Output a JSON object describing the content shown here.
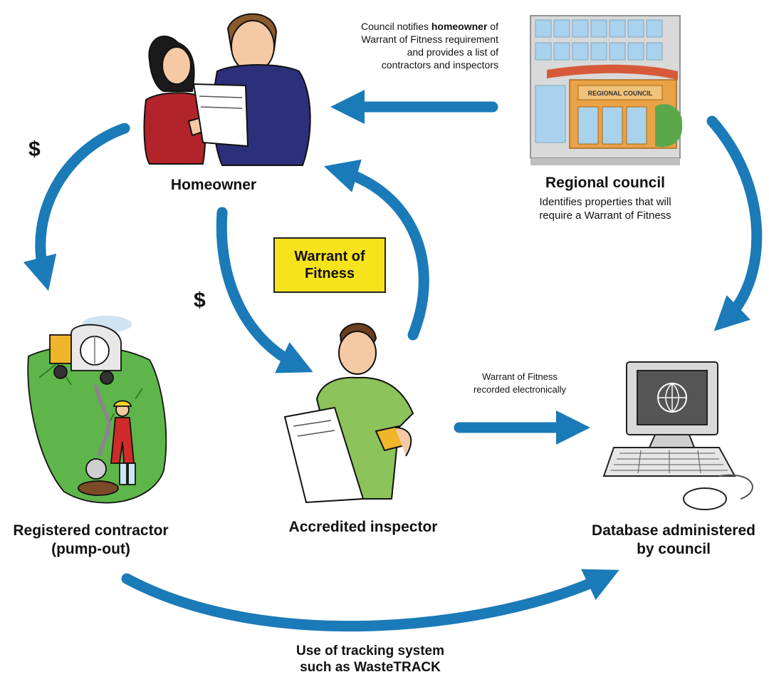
{
  "nodes": {
    "homeowner": {
      "label": "Homeowner"
    },
    "council": {
      "label": "Regional council",
      "sub_line1": "Identifies properties that will",
      "sub_line2": "require a Warrant of Fitness",
      "sign": "REGIONAL COUNCIL"
    },
    "contractor": {
      "line1": "Registered contractor",
      "line2": "(pump-out)"
    },
    "inspector": {
      "label": "Accredited inspector"
    },
    "database": {
      "line1": "Database administered",
      "line2": "by council"
    }
  },
  "notes": {
    "council_notify": {
      "l1_a": "Council notifies ",
      "l1_b": "homeowner",
      "l1_c": " of",
      "l2": "Warrant of Fitness requirement",
      "l3": "and provides a list of",
      "l4": "contractors and inspectors"
    },
    "recorded": {
      "l1": "Warrant of Fitness",
      "l2": "recorded electronically"
    },
    "tracking": {
      "l1": "Use of tracking system",
      "l2": "such as WasteTRACK"
    }
  },
  "badge": {
    "l1": "Warrant of",
    "l2": "Fitness"
  },
  "payments": {
    "left": "$",
    "center": "$"
  },
  "colors": {
    "arrow": "#1b7ab8",
    "badge": "#f7e31b",
    "shirt_red": "#b3242a",
    "shirt_blue": "#2c2f7a",
    "shirt_green": "#8cc35a"
  }
}
